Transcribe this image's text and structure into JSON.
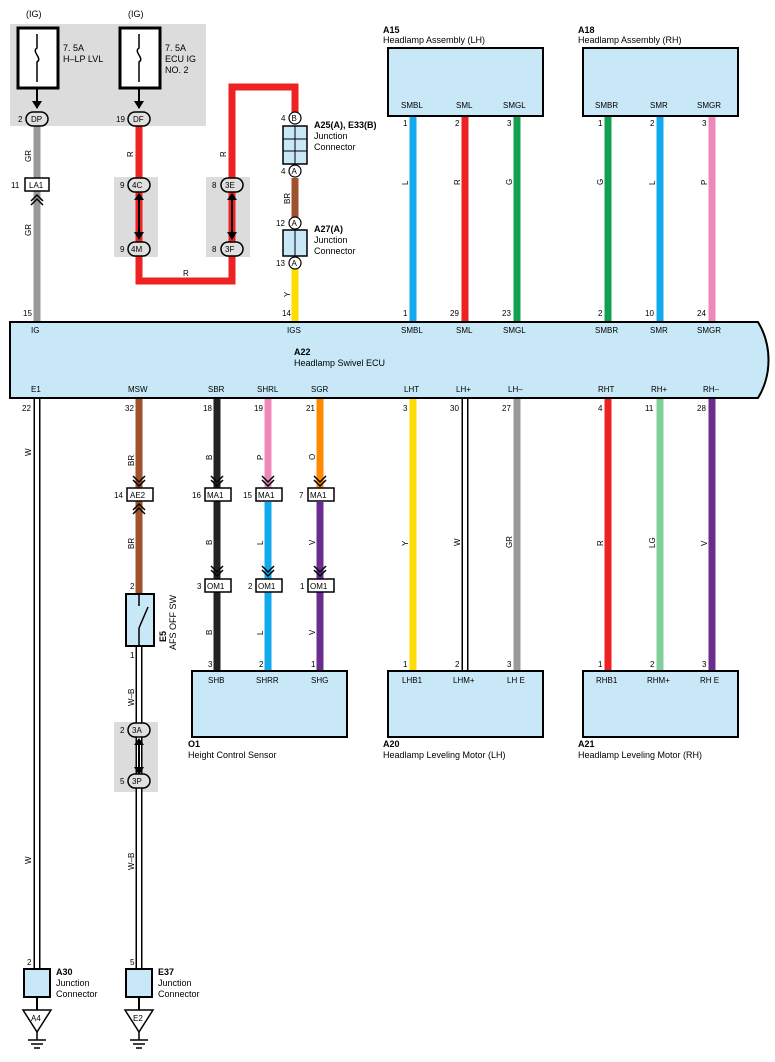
{
  "colors": {
    "GR": "#999999",
    "R": "#ee2222",
    "BR": "#a0522d",
    "Y": "#ffdd00",
    "L": "#11aaee",
    "G": "#11a050",
    "P": "#ee88bb",
    "B": "#222222",
    "O": "#ff8800",
    "V": "#6a2c8e",
    "LG": "#7fcf9a",
    "W": "#ffffff",
    "WB": "#ffffff",
    "box_fill": "#c8e8f8",
    "shade": "#dcdcdc"
  },
  "fuses": [
    {
      "ig": "(IG)",
      "rating": "7. 5A",
      "name1": "H–LP LVL",
      "name2": "",
      "pin": "2",
      "conn": "DP"
    },
    {
      "ig": "(IG)",
      "rating": "7. 5A",
      "name1": "ECU IG",
      "name2": "NO. 2",
      "pin": "19",
      "conn": "DF"
    }
  ],
  "connectors": {
    "la1": {
      "pin": "11",
      "label": "LA1"
    },
    "c4c": {
      "pin": "9",
      "label": "4C"
    },
    "c4m": {
      "pin": "9",
      "label": "4M"
    },
    "c3e": {
      "pin": "8",
      "label": "3E"
    },
    "c3f": {
      "pin": "8",
      "label": "3F"
    },
    "ae2": {
      "pin": "14",
      "label": "AE2"
    },
    "c3a": {
      "pin": "2",
      "label": "3A"
    },
    "c3p": {
      "pin": "5",
      "label": "3P"
    },
    "ma1": [
      {
        "pin": "16",
        "label": "MA1"
      },
      {
        "pin": "15",
        "label": "MA1"
      },
      {
        "pin": "7",
        "label": "MA1"
      }
    ],
    "om1": [
      {
        "pin": "3",
        "label": "OM1"
      },
      {
        "pin": "2",
        "label": "OM1"
      },
      {
        "pin": "1",
        "label": "OM1"
      }
    ]
  },
  "junctions": {
    "a25": {
      "title": "A25(A), E33(B)",
      "line1": "Junction",
      "line2": "Connector",
      "pin_b": "4",
      "letter_b": "B",
      "pin_a": "4",
      "letter_a": "A"
    },
    "a27": {
      "title": "A27(A)",
      "line1": "Junction",
      "line2": "Connector",
      "pin_top": "12",
      "pin_bot": "13",
      "letter": "A"
    },
    "a30": {
      "title": "A30",
      "line1": "Junction",
      "line2": "Connector",
      "pin": "2",
      "ground": "A4"
    },
    "e37": {
      "title": "E37",
      "line1": "Junction",
      "line2": "Connector",
      "pin": "5",
      "ground": "E2"
    }
  },
  "wire_labels": {
    "gr": "GR",
    "r": "R",
    "br": "BR",
    "y": "Y",
    "w": "W",
    "wb": "W–B",
    "b": "B",
    "p": "P",
    "o": "O",
    "l": "L",
    "v": "V",
    "g": "G",
    "lg": "LG"
  },
  "a15": {
    "id": "A15",
    "name": "Headlamp Assembly (LH)",
    "terms": [
      "SMBL",
      "SML",
      "SMGL"
    ],
    "pins": [
      "1",
      "2",
      "3"
    ],
    "wires": [
      "L",
      "R",
      "G"
    ],
    "ecu_pins": [
      "1",
      "29",
      "23"
    ]
  },
  "a18": {
    "id": "A18",
    "name": "Headlamp Assembly (RH)",
    "terms": [
      "SMBR",
      "SMR",
      "SMGR"
    ],
    "pins": [
      "1",
      "2",
      "3"
    ],
    "wires": [
      "G",
      "L",
      "P"
    ],
    "ecu_pins": [
      "2",
      "10",
      "24"
    ]
  },
  "ecu": {
    "id": "A22",
    "name": "Headlamp Swivel ECU",
    "top_terms": [
      "IG",
      "IGS",
      "SMBL",
      "SML",
      "SMGL",
      "SMBR",
      "SMR",
      "SMGR"
    ],
    "top_pins": [
      "15",
      "14"
    ],
    "bottom_terms": [
      "E1",
      "MSW",
      "SBR",
      "SHRL",
      "SGR",
      "LHT",
      "LH+",
      "LH–",
      "RHT",
      "RH+",
      "RH–"
    ],
    "bottom_pins": [
      "22",
      "32",
      "18",
      "19",
      "21",
      "3",
      "30",
      "27",
      "4",
      "11",
      "28"
    ]
  },
  "afs_switch": {
    "id": "E5",
    "name": "AFS OFF SW",
    "pin_top": "2",
    "pin_bot": "1"
  },
  "o1": {
    "id": "O1",
    "name": "Height Control Sensor",
    "terms": [
      "SHB",
      "SHRR",
      "SHG"
    ],
    "pins": [
      "3",
      "2",
      "1"
    ]
  },
  "a20": {
    "id": "A20",
    "name": "Headlamp Leveling Motor (LH)",
    "terms": [
      "LHB1",
      "LHM+",
      "LH E"
    ],
    "pins": [
      "1",
      "2",
      "3"
    ],
    "wires": [
      "Y",
      "W",
      "GR"
    ]
  },
  "a21": {
    "id": "A21",
    "name": "Headlamp Leveling Motor (RH)",
    "terms": [
      "RHB1",
      "RHM+",
      "RH E"
    ],
    "pins": [
      "1",
      "2",
      "3"
    ],
    "wires": [
      "R",
      "LG",
      "V"
    ]
  }
}
